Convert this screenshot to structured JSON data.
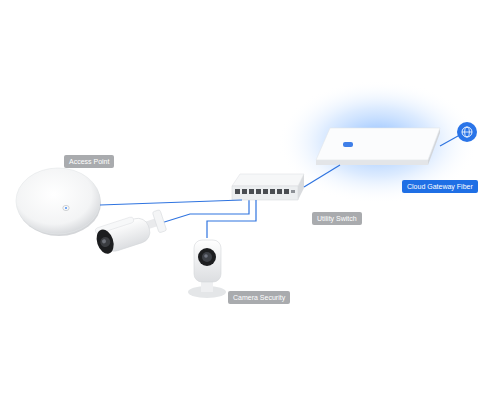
{
  "diagram": {
    "nodes": [
      {
        "text": [
          "Access Point"
        ]
      },
      {
        "text": [
          "Utility Switch"
        ]
      },
      {
        "text": [
          "Camera Security"
        ]
      },
      {
        "text": [
          "Cloud Gateway Fiber"
        ]
      }
    ],
    "edges": [
      {
        "from": 0,
        "to": 1,
        "arrow": "none"
      },
      {
        "from": 2,
        "to": 1,
        "arrow": "none"
      },
      {
        "from": 1,
        "to": 3,
        "arrow": "none"
      }
    ]
  }
}
